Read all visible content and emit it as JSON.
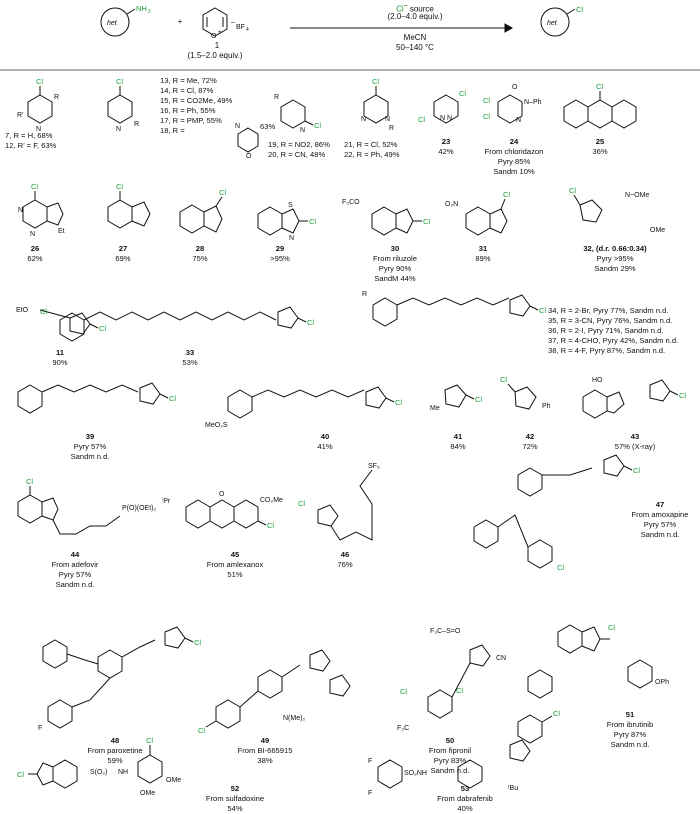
{
  "scheme": {
    "reagent1_label": "1",
    "reagent1_equiv": "(1.5–2.0 equiv.)",
    "arrow_top_source": "source",
    "arrow_top_equiv": "(2.0–4.0 equiv.)",
    "solvent": "MeCN",
    "temperature": "50–140 °C",
    "het_label": "het",
    "bf4": "BF",
    "plus": "+"
  },
  "row1": {
    "c7_12": [
      "7, R = H, 68%",
      "12, R’ = F, 63%"
    ],
    "c13_18": [
      "13, R = Me, 72%",
      "14, R = Cl, 87%",
      "15, R = CO2Me, 49%",
      "16, R = Ph, 55%",
      "17, R = PMP, 55%",
      "18, R =",
      "63%"
    ],
    "c19_20": [
      "19, R = NO2, 86%",
      "20, R = CN, 48%"
    ],
    "c21_22": [
      "21, R = Cl, 52%",
      "22, R = Ph, 49%"
    ],
    "c23": [
      "23",
      "42%"
    ],
    "c24": [
      "24",
      "From chloridazon",
      "Pyry 85%",
      "Sandm 10%"
    ],
    "c25": [
      "25",
      "36%"
    ]
  },
  "row2": {
    "c26": [
      "26",
      "62%"
    ],
    "c27": [
      "27",
      "69%"
    ],
    "c28": [
      "28",
      "75%"
    ],
    "c29": [
      "29",
      ">95%"
    ],
    "c30": [
      "30",
      "From riluzole",
      "Pyry 90%",
      "SandM 44%"
    ],
    "c31": [
      "31",
      "89%"
    ],
    "c32": [
      "32, (d.r. 0.66:0.34)",
      "Pyry >95%",
      "Sandm 29%"
    ]
  },
  "row3": {
    "c11": [
      "11",
      "90%"
    ],
    "c33": [
      "33",
      "53%"
    ],
    "c34_38": [
      "34, R = 2-Br, Pyry 77%, Sandm n.d.",
      "35, R = 3-CN, Pyry 76%, Sandm n.d.",
      "36, R = 2-I, Pyry 71%, Sandm n.d.",
      "37, R = 4-CHO, Pyry 42%, Sandm n.d.",
      "38, R = 4-F, Pyry 87%, Sandm n.d."
    ]
  },
  "row4": {
    "c39": [
      "39",
      "Pyry 57%",
      "Sandm n.d."
    ],
    "c40": [
      "40",
      "41%"
    ],
    "c41": [
      "41",
      "84%"
    ],
    "c42": [
      "42",
      "72%"
    ],
    "c43": [
      "43",
      "57% (X-ray)"
    ]
  },
  "row5": {
    "c44": [
      "44",
      "From adefovir",
      "Pyry 57%",
      "Sandm n.d."
    ],
    "c45": [
      "45",
      "From amlexanox",
      "51%"
    ],
    "c46": [
      "46",
      "76%"
    ],
    "c47": [
      "47",
      "From amoxapine",
      "Pyry 57%",
      "Sandm n.d."
    ]
  },
  "row6": {
    "c48": [
      "48",
      "From paroxetine",
      "59%"
    ],
    "c49": [
      "49",
      "From BI-665915",
      "38%"
    ],
    "c50": [
      "50",
      "From fipronil",
      "Pyry 83%",
      "Sandm n.d."
    ],
    "c51": [
      "51",
      "From ibrutinib",
      "Pyry 87%",
      "Sandm n.d."
    ]
  },
  "row7": {
    "c52": [
      "52",
      "From sulfadoxine",
      "54%"
    ],
    "c53": [
      "53",
      "From dabrafenib",
      "40%"
    ]
  },
  "colors": {
    "chlorine": "#1a9e3a",
    "ink": "#111111"
  }
}
